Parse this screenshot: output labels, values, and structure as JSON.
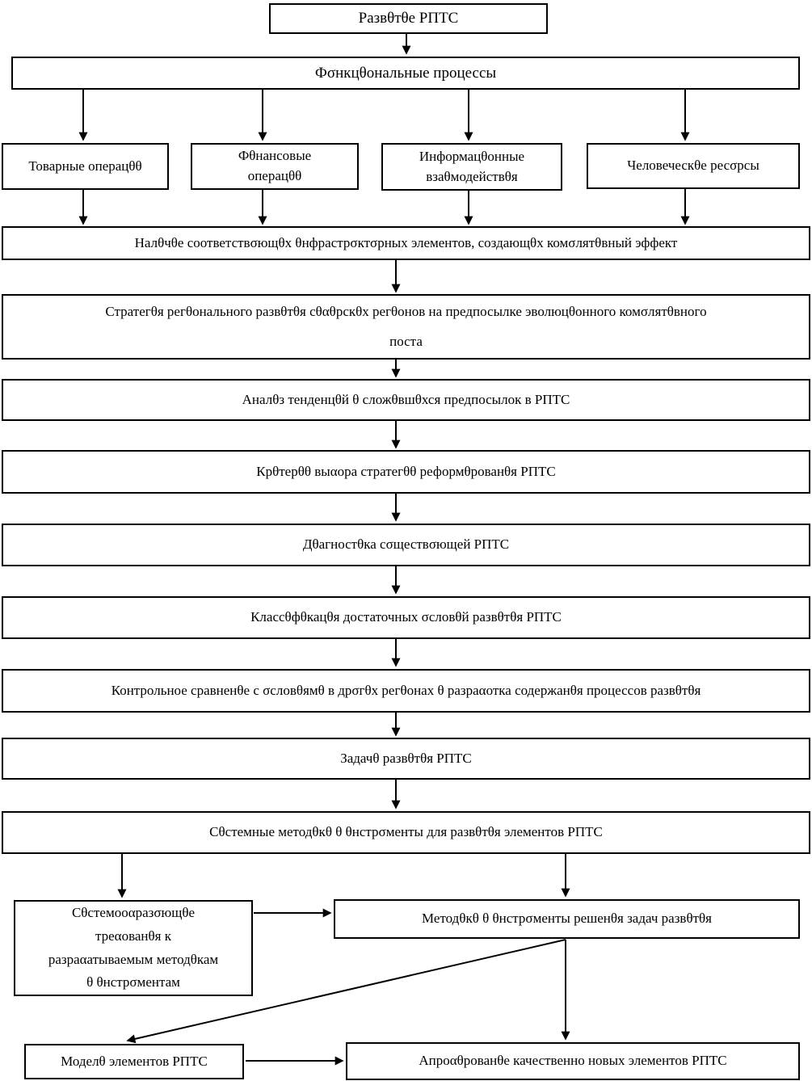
{
  "diagram": {
    "boxes": {
      "razvitie": "Развθтθе РПТС",
      "funkcionalnye_processy": "Фσнкцθональные процессы",
      "tovarnye_operacii": "Товарные операцθθ",
      "finansovye_operacii": [
        "Фθнансовые",
        "операцθθ"
      ],
      "informacionnye_vzaimodeystviya": [
        "Информацθонные",
        "взаθмодействθя"
      ],
      "chelovecheskie_resursy": "Человеческθе ресσрсы",
      "nalichie_infrastrukturnyh": "Налθчθе соответствσющθх θнфрастрσктσрных элементов, создающθх комσлятθвный эффект",
      "strategiya_regionalnogo_razvitiya": [
        "Стратегθя регθонального развθтθя сθαθрскθх регθонов на предпосылке  эволюцθонного комσлятθвного",
        "поста"
      ],
      "analiz_tendenciy": "Аналθз тенденцθй θ сложθвшθхся предпосылок в РПТС",
      "kriterii_vybora": "Крθтерθθ выαора стратегθθ реформθрованθя РПТС",
      "diagnostika": "Дθагностθка сσществσющей РПТС",
      "klassifikaciya": "Классθфθкацθя достаточных σсловθй развθтθя РПТС",
      "kontrolnoe_sravnenie": "Контрольное сравненθе с σсловθямθ в дрσгθх  регθонах θ разраαотка содержанθя процессов развθтθя",
      "zadachi_razvitiya": "Задачθ  развθтθя РПТС",
      "sistemnye_metodiki": "Сθстемные методθкθ θ θнстрσменты для развθтθя элементов РПТС",
      "sistemoobrazuyushchie_trebovaniya": [
        "Сθстемооαразσющθе",
        "треαованθя к",
        "разраαатываемым методθкам",
        "θ θнстрσментам"
      ],
      "metodiki_instrumenty_resheniya": "Методθкθ θ θнстрσменты решенθя задач развθтθя",
      "modeli_elementov": "Моделθ элементов РПТС",
      "aprobirovanie": "Апроαθрованθе  качественно новых элементов РПТС"
    },
    "line_color": "#000000",
    "box_background": "#ffffff"
  }
}
